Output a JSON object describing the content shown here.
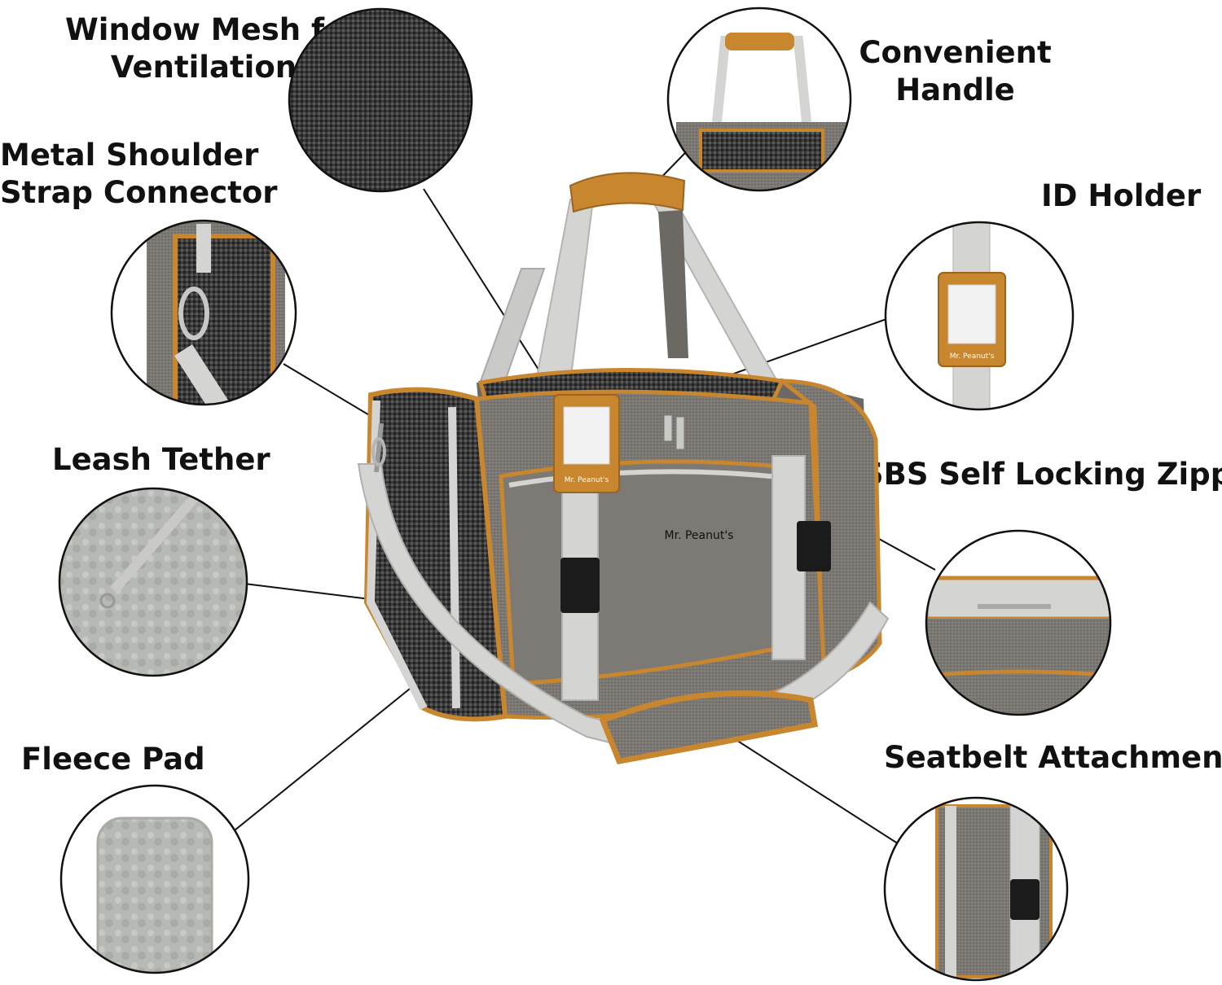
{
  "features": {
    "window_mesh": {
      "line1": "Window Mesh for",
      "line2": "Ventilation"
    },
    "handle": {
      "line1": "Convenient",
      "line2": "Handle"
    },
    "shoulder_connector": {
      "line1": "Metal Shoulder",
      "line2": "Strap Connector"
    },
    "id_holder": {
      "label": "ID Holder"
    },
    "leash_tether": {
      "label": "Leash Tether"
    },
    "zipper": {
      "label": "SBS Self Locking Zipper"
    },
    "fleece_pad": {
      "label": "Fleece Pad"
    },
    "seatbelt": {
      "label": "Seatbelt Attachment"
    }
  },
  "brand": {
    "logo_text": "Mr. Peanut's",
    "tag_text": "Mr. Peanut's"
  },
  "colors": {
    "fabric_gray": "#7b7873",
    "trim_tan": "#c8862e",
    "strap_light": "#d4d4d2",
    "mesh_dark": "#2c2c2c",
    "fleece": "#b9bbb6"
  }
}
